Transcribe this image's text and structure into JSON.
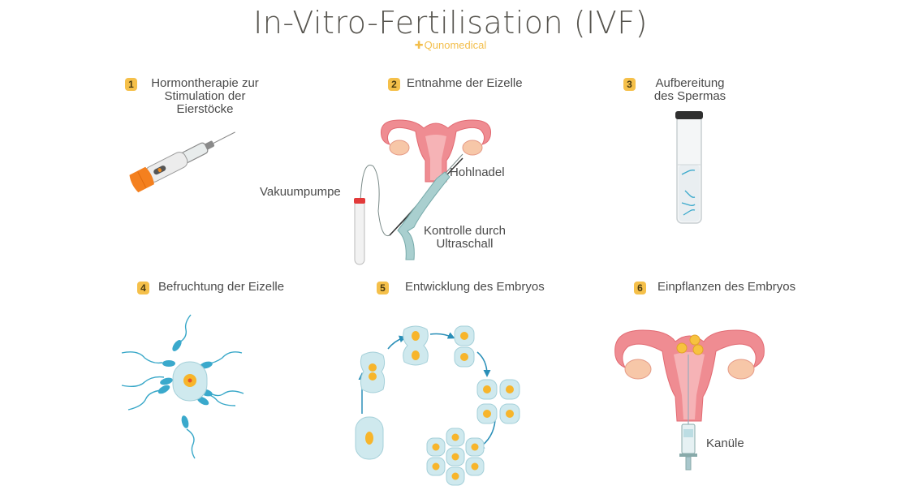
{
  "header": {
    "title": "In-Vitro-Fertilisation (IVF)",
    "brand": "Qunomedical",
    "brand_icon": "plus-icon"
  },
  "colors": {
    "badge": "#f5c04a",
    "brand": "#f3be4a",
    "uterus": "#f08a8f",
    "cell": "#cfe9ee",
    "nucleus": "#f7b52b",
    "sperm": "#37a7c8",
    "arrow": "#2a8fb8"
  },
  "steps": [
    {
      "number": "1",
      "label_lines": [
        "Hormontherapie zur",
        "Stimulation der",
        "Eierstöcke"
      ],
      "illustration": "injection-pen"
    },
    {
      "number": "2",
      "label_lines": [
        "Entnahme der Eizelle"
      ],
      "illustration": "egg-retrieval",
      "annotations": [
        "Hohlnadel",
        "Vakuumpumpe",
        "Kontrolle durch",
        "Ultraschall"
      ]
    },
    {
      "number": "3",
      "label_lines": [
        "Aufbereitung",
        "des Spermas"
      ],
      "illustration": "test-tube-with-sperm"
    },
    {
      "number": "4",
      "label_lines": [
        "Befruchtung der Eizelle"
      ],
      "illustration": "egg-with-sperm"
    },
    {
      "number": "5",
      "label_lines": [
        "Entwicklung des Embryos"
      ],
      "illustration": "cell-division-cycle"
    },
    {
      "number": "6",
      "label_lines": [
        "Einpflanzen des Embryos"
      ],
      "illustration": "embryo-transfer",
      "annotations": [
        "Kanüle"
      ]
    }
  ]
}
